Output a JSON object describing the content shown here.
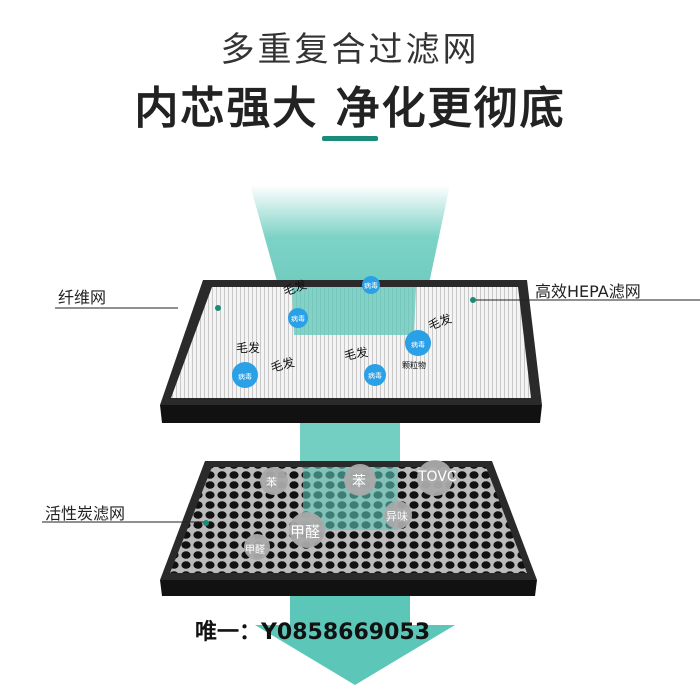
{
  "title": "多重复合过滤网",
  "subtitle": "内芯强大 净化更彻底",
  "labels": {
    "fiber": "纤维网",
    "hepa": "高效HEPA滤网",
    "carbon": "活性炭滤网"
  },
  "hepa_particles": {
    "hair": "毛发",
    "virus": "病毒",
    "particulate": "颗粒物"
  },
  "carbon_particles": [
    "苯",
    "苯",
    "TOVC",
    "甲醛",
    "异味",
    "甲醛"
  ],
  "watermark": "唯一：Y0858669053",
  "colors": {
    "accent": "#1a8a7a",
    "beam": "#5cc7b8",
    "virus": "#2aa0e6"
  }
}
